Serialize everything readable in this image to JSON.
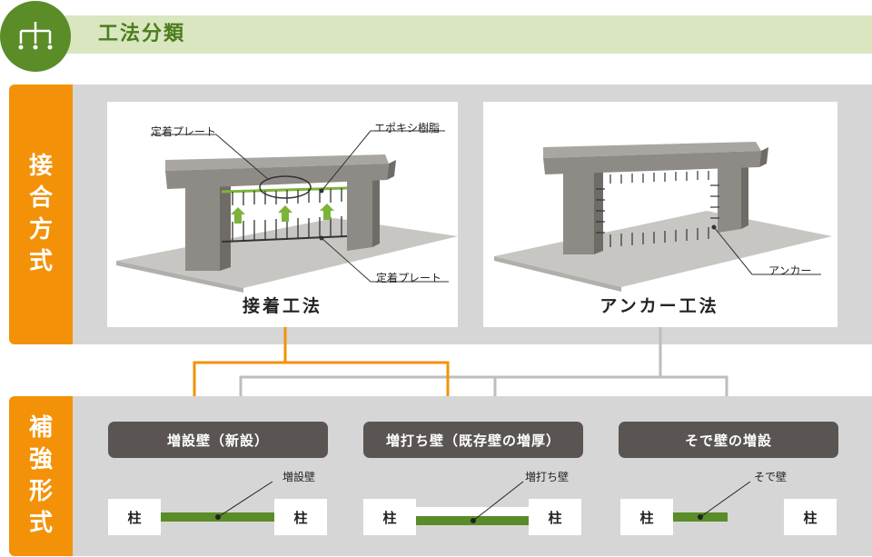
{
  "header": {
    "title": "工法分類"
  },
  "joint_section": {
    "tab_chars": [
      "接",
      "合",
      "方",
      "式"
    ],
    "adhesive": {
      "caption": "接着工法",
      "label_top_plate": "定着プレート",
      "label_epoxy": "エポキシ樹脂",
      "label_bottom_plate": "定着プレート"
    },
    "anchor": {
      "caption": "アンカー工法",
      "label_anchor": "アンカー"
    }
  },
  "reinforce_section": {
    "tab_chars": [
      "補",
      "強",
      "形",
      "式"
    ],
    "methods": [
      {
        "label": "増設壁（新設）",
        "wall_label": "増設壁",
        "pillar": "柱"
      },
      {
        "label": "増打ち壁（既存壁の増厚）",
        "wall_label": "増打ち壁",
        "pillar": "柱"
      },
      {
        "label": "そで壁の増設",
        "wall_label": "そで壁",
        "pillar": "柱"
      }
    ]
  },
  "colors": {
    "accent_orange": "#f39208",
    "accent_green": "#5a8c28",
    "header_band": "#d9e6bf",
    "connector_gray": "#bdbdb9",
    "button_dark": "#5a5552"
  }
}
